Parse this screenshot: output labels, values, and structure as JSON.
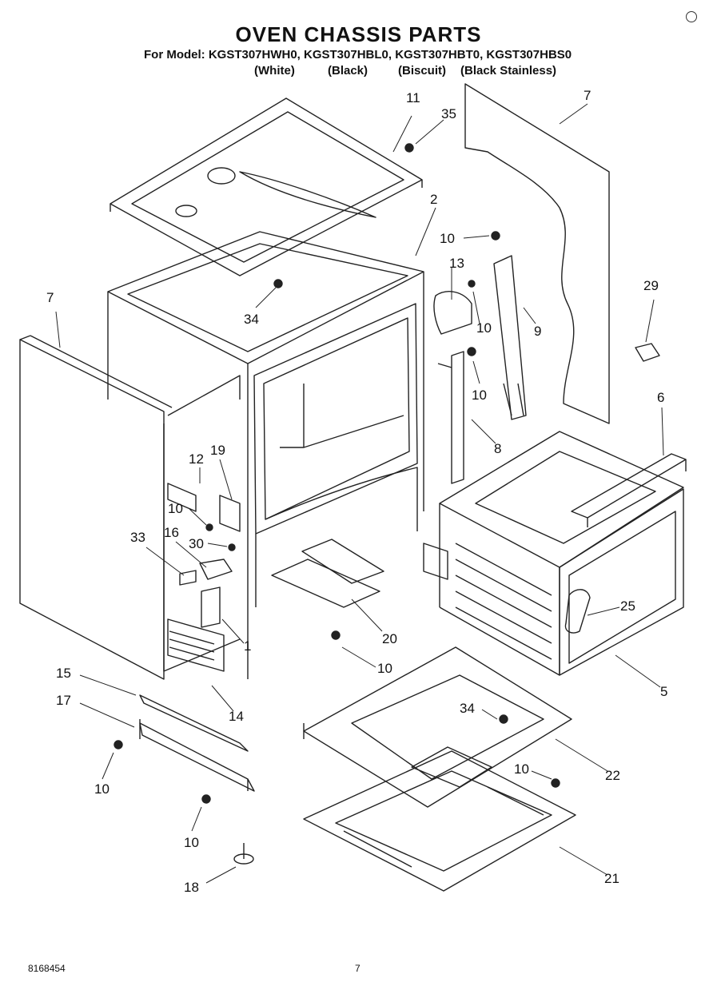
{
  "header": {
    "title": "OVEN CHASSIS PARTS",
    "models_line": "For Model: KGST307HWH0, KGST307HBL0, KGST307HBT0, KGST307HBS0",
    "colors": [
      "(White)",
      "(Black)",
      "(Biscuit)",
      "(Black Stainless)"
    ]
  },
  "callouts": {
    "c1": "1",
    "c2": "2",
    "c5": "5",
    "c6": "6",
    "c7a": "7",
    "c7b": "7",
    "c8": "8",
    "c9": "9",
    "c10a": "10",
    "c10b": "10",
    "c10c": "10",
    "c10d": "10",
    "c10e": "10",
    "c10f": "10",
    "c10g": "10",
    "c10h": "10",
    "c11": "11",
    "c12": "12",
    "c13": "13",
    "c14": "14",
    "c15": "15",
    "c16": "16",
    "c17": "17",
    "c18": "18",
    "c19": "19",
    "c20": "20",
    "c21": "21",
    "c22": "22",
    "c25": "25",
    "c29": "29",
    "c30": "30",
    "c33": "33",
    "c34a": "34",
    "c34b": "34",
    "c35": "35"
  },
  "footer": {
    "doc_number": "8168454",
    "page": "7"
  }
}
